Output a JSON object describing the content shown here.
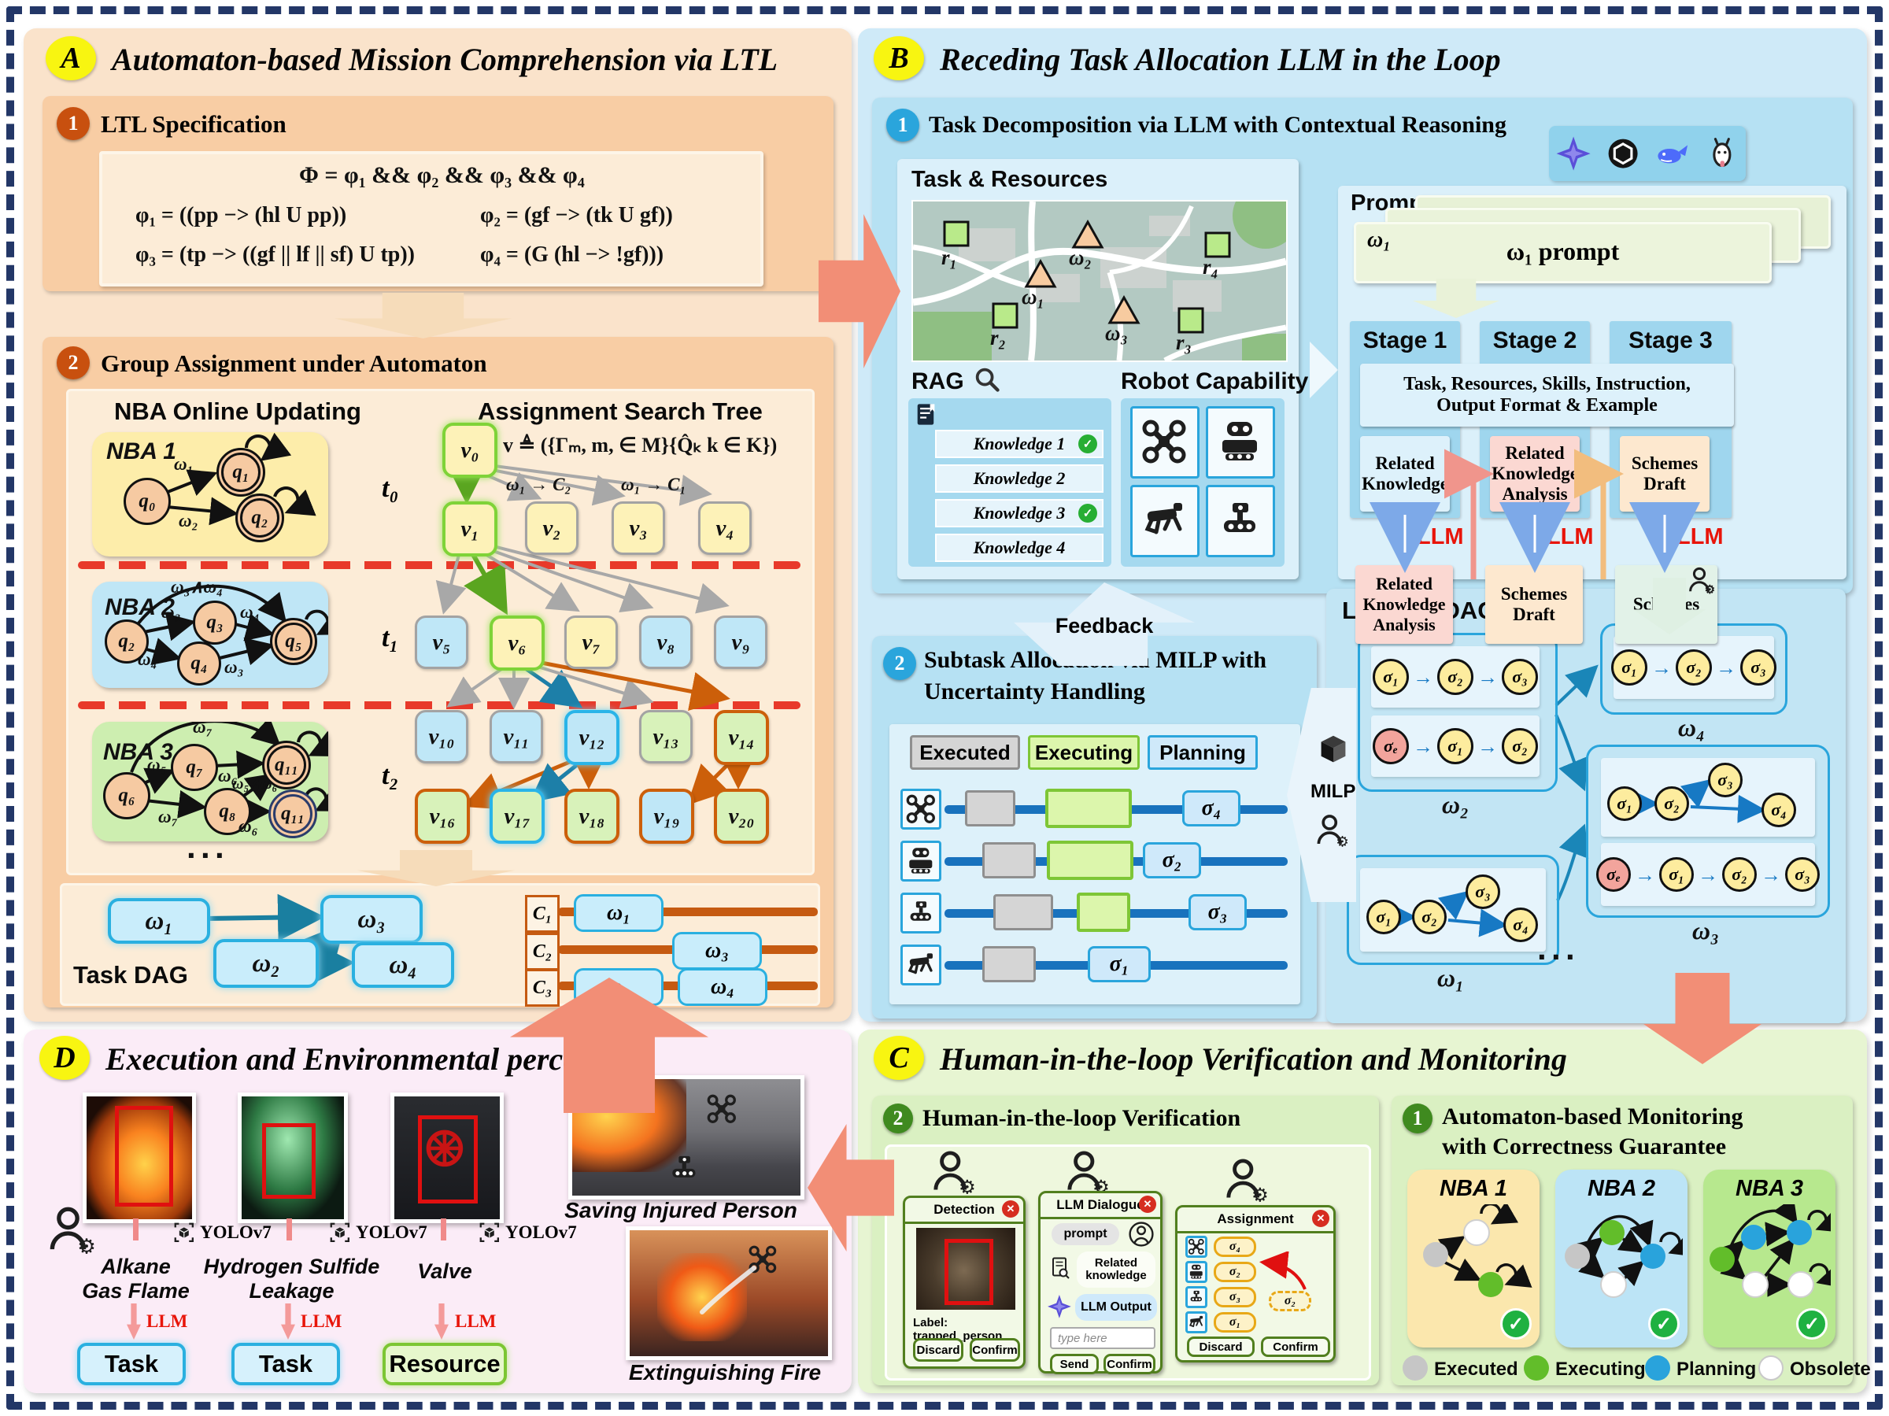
{
  "ui": {
    "close": "✕",
    "check": "✓",
    "ellipsis": "···"
  },
  "a": {
    "badge": "A",
    "title": "Automaton-based Mission Comprehension via LTL",
    "ltl": {
      "num": "1",
      "title": "LTL Specification",
      "phi": "Φ =  φ₁ && φ₂ && φ₃ && φ₄",
      "f1": "φ₁ = ((pp −> (hl U pp))",
      "f2": "φ₂ = (gf −> (tk U gf))",
      "f3": "φ₃ = (tp −> ((gf || lf || sf) U tp))",
      "f4": "φ₄ = (G (hl −> !gf)))"
    },
    "group": {
      "num": "2",
      "title": "Group Assignment under Automaton",
      "nba_title": "NBA Online Updating",
      "tree_title": "Assignment Search Tree",
      "formula": "v ≜ ({Γₘ, m, ∈ M}{Q̂ₖ k ∈ K})",
      "edge1": "ω₁ → C₂",
      "edge2": "ω₁ → C₁",
      "t": [
        "t₀",
        "t₁",
        "t₂"
      ],
      "nba1": {
        "title": "NBA 1",
        "q": [
          "q₀",
          "q₁",
          "q₂"
        ],
        "e": [
          "ω₁",
          "ω₂"
        ]
      },
      "nba2": {
        "title": "NBA 2",
        "q": [
          "q₂",
          "q₃",
          "q₄",
          "q₅"
        ],
        "e": [
          "ω₃∧ω₄",
          "ω₃",
          "ω₄",
          "ω₄",
          "ω₃"
        ]
      },
      "nba3": {
        "title": "NBA 3",
        "q": [
          "q₆",
          "q₇",
          "q₈",
          "q₁₁",
          "q₁₁"
        ],
        "e": [
          "ω₇",
          "ω₅",
          "ω₇",
          "ω₆",
          "ω₅∧ω₆",
          "ω₆"
        ]
      },
      "rows": {
        "r0": [
          "v₀"
        ],
        "r1": [
          "v₁",
          "v₂",
          "v₃",
          "v₄"
        ],
        "r2": [
          "v₅",
          "v₆",
          "v₇",
          "v₈",
          "v₉"
        ],
        "r3": [
          "v₁₀",
          "v₁₁",
          "v₁₂",
          "v₁₃",
          "v₁₄"
        ],
        "r4": [
          "v₁₆",
          "v₁₇",
          "v₁₈",
          "v₁₉",
          "v₂₀"
        ]
      }
    },
    "dag": {
      "label": "Task DAG",
      "nodes": [
        "ω₁",
        "ω₂",
        "ω₃",
        "ω₄"
      ],
      "gantt": {
        "c": [
          "C₁",
          "C₂",
          "C₃"
        ],
        "bars": [
          "ω₁",
          "ω₃",
          "ω₂",
          "ω₄"
        ]
      }
    }
  },
  "b": {
    "badge": "B",
    "title": "Receding Task Allocation LLM in the Loop",
    "llm": "LLM",
    "d1": {
      "num": "1",
      "title": "Task Decomposition via LLM with Contextual Reasoning",
      "tr": {
        "title": "Task & Resources",
        "r": [
          "r₁",
          "r₂",
          "r₃",
          "r₄"
        ],
        "w": [
          "ω₁",
          "ω₂",
          "ω₃"
        ]
      },
      "rag": {
        "label": "RAG",
        "items": [
          "Knowledge 1",
          "Knowledge 2",
          "Knowledge 3",
          "Knowledge 4"
        ]
      },
      "robot": {
        "title": "Robot Capability"
      },
      "prompt": {
        "title": "Prompt",
        "tag": "ω₁",
        "card": "ω₁ prompt",
        "stages": [
          "Stage 1",
          "Stage 2",
          "Stage 3"
        ],
        "shared1": "Task, Resources, Skills, Instruction,",
        "shared2": "Output Format & Example",
        "s1a": "Related Knowledge",
        "s1b": "Related Knowledge Analysis",
        "s2a": "Related Knowledge Analysis",
        "s2b": "Schemes Draft",
        "s3a": "Schemes Draft",
        "s3b": "Schemes"
      }
    },
    "feedback": "Feedback",
    "d2": {
      "num": "2",
      "title1": "Subtask Allocation via MILP with",
      "title2": "Uncertainty Handling",
      "legend": [
        "Executed",
        "Executing",
        "Planning"
      ],
      "sig": [
        "σ₄",
        "σ₂",
        "σ₃",
        "σ₁"
      ],
      "milp": "MILP"
    },
    "ldag": {
      "title": "Layered DAG",
      "labels": [
        "ω₁",
        "ω₂",
        "ω₃",
        "ω₄"
      ],
      "w2r1": [
        "σ₁",
        "σ₂",
        "σ₃"
      ],
      "w2r2": [
        "σₑ",
        "σ₁",
        "σ₂"
      ],
      "w4r1": [
        "σ₁",
        "σ₂",
        "σ₃"
      ],
      "w3r1": [
        "σ₁",
        "σ₂",
        "σ₃",
        "σ₄"
      ],
      "w3r2": [
        "σₑ",
        "σ₁",
        "σ₂",
        "σ₃"
      ],
      "w1r1": [
        "σ₁",
        "σ₂",
        "σ₃",
        "σ₄"
      ]
    }
  },
  "c": {
    "badge": "C",
    "title": "Human-in-the-loop Verification and Monitoring",
    "ver": {
      "num": "2",
      "title": "Human-in-the-loop Verification",
      "det": {
        "title": "Detection",
        "label": "Label:  trapped_person",
        "discard": "Discard",
        "confirm": "Confirm"
      },
      "dlg": {
        "title": "LLM Dialogue",
        "prompt": "prompt",
        "rk1": "Related",
        "rk2": "knowledge",
        "out": "LLM Output",
        "input": "type here",
        "send": "Send",
        "confirm": "Confirm"
      },
      "asg": {
        "title": "Assignment",
        "sig": [
          "σ₄",
          "σ₂",
          "σ₃",
          "σ₁"
        ],
        "ghost": "σ₂",
        "discard": "Discard",
        "confirm": "Confirm"
      }
    },
    "mon": {
      "num": "1",
      "title1": "Automaton-based Monitoring",
      "title2": "with Correctness Guarantee",
      "cards": [
        "NBA 1",
        "NBA 2",
        "NBA 3"
      ],
      "legend": [
        "Executed",
        "Executing",
        "Planning",
        "Obsolete"
      ]
    }
  },
  "d": {
    "badge": "D",
    "title": "Execution and Environmental perception",
    "yolo": "YOLOv7",
    "llm": "LLM",
    "l1a": "Alkane",
    "l1b": "Gas Flame",
    "l2a": "Hydrogen Sulfide",
    "l2b": "Leakage",
    "l3": "Valve",
    "task": "Task",
    "resource": "Resource",
    "cap1": "Saving Injured Person",
    "cap2": "Extinguishing Fire"
  },
  "colors": {
    "salmon_arrow": "#f28e76",
    "panel_a": "#fae3cb",
    "panel_b": "#cfeaf8",
    "panel_c": "#e7f5d2",
    "panel_d": "#fbecf7",
    "accent_blue": "#2aa5dc",
    "accent_orange": "#c55a11",
    "llm_red": "#e8150a",
    "exec_gray": "#c6c6c6",
    "exec_green": "#62bd2a",
    "plan_blue": "#29a3dc"
  }
}
